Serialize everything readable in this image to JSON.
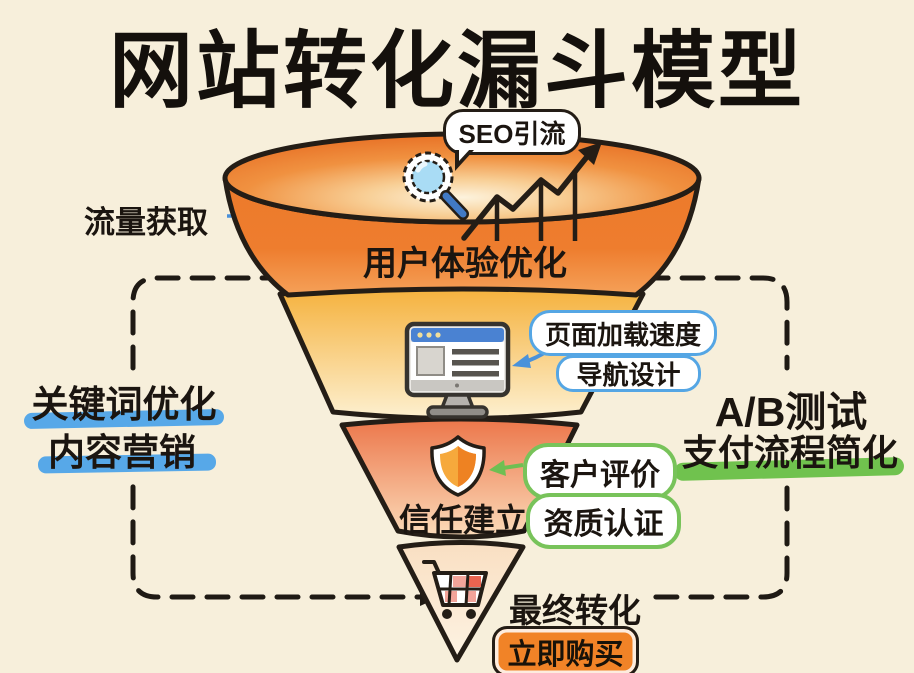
{
  "title": "网站转化漏斗模型",
  "funnel": {
    "stages": [
      {
        "label": "用户体验优化"
      },
      {
        "label": ""
      },
      {
        "label": "信任建立"
      },
      {
        "label": ""
      }
    ]
  },
  "callouts": {
    "seo": "SEO引流",
    "traffic": "流量获取",
    "speed1": "页面加载速度",
    "speed2": "导航设计",
    "trust1": "客户评价",
    "trust2": "资质认证",
    "final": "最终转化",
    "cta": "立即购买"
  },
  "side_notes": {
    "left": [
      "关键词优化",
      "内容营销"
    ],
    "right": [
      "A/B测试",
      "支付流程简化"
    ]
  },
  "icons": {
    "magnifier": "seo-magnifier-icon",
    "chart": "growth-chart-icon",
    "monitor": "webpage-monitor-icon",
    "shield": "trust-shield-icon",
    "cart": "shopping-cart-icon"
  },
  "colors": {
    "background": "#f7efdb",
    "ink": "#241d16",
    "funnel_orange": "#ee7d2e",
    "funnel_yellow": "#f5b13c",
    "funnel_coral": "#ec764a",
    "accent_blue": "#4a90d9",
    "accent_green": "#6fbf52",
    "highlight_blue": "#57a8e8",
    "highlight_green": "#70c24e",
    "cta_orange": "#f18327"
  }
}
